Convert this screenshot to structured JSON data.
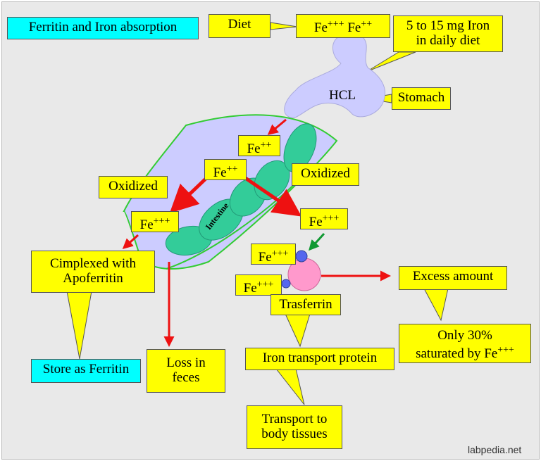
{
  "title": "Ferritin and Iron absorption",
  "diet": {
    "label": "Diet",
    "fe3_base": "Fe",
    "fe3_sup": "+++",
    "fe2_base": "Fe",
    "fe2_sup": "++"
  },
  "daily": {
    "line1": "5 to 15 mg Iron",
    "line2": "in daily diet"
  },
  "stomach": {
    "hcl": "HCL",
    "label": "Stomach"
  },
  "fe2_upper": {
    "base": "Fe",
    "sup": "++"
  },
  "fe2_lower": {
    "base": "Fe",
    "sup": "++"
  },
  "oxidized_left": "Oxidized",
  "oxidized_right": "Oxidized",
  "fe3_left": {
    "base": "Fe",
    "sup": "+++"
  },
  "fe3_right": {
    "base": "Fe",
    "sup": "+++"
  },
  "intestine": "Intestine",
  "complexed": {
    "line1": "Cimplexed with",
    "line2": "Apoferritin"
  },
  "ferritin": "Store as Ferritin",
  "loss": {
    "line1": "Loss in",
    "line2": "feces"
  },
  "transferrin": {
    "fe3_top": {
      "base": "Fe",
      "sup": "+++"
    },
    "fe3_left": {
      "base": "Fe",
      "sup": "+++"
    },
    "label": "Trasferrin"
  },
  "excess": "Excess amount",
  "saturation": {
    "line1": "Only 30%",
    "line2_base": "saturated by Fe",
    "line2_sup": "+++"
  },
  "transport_protein": "Iron transport protein",
  "transport": {
    "line1": "Transport to",
    "line2": "body tissues"
  },
  "watermark": "labpedia.net",
  "colors": {
    "background": "#e9e9e9",
    "callout": "#ffff00",
    "title_box": "#00ffff",
    "stomach": "#ccccff",
    "intestine": "#33cc99",
    "intestine_outline": "#33cc33",
    "arrow_red": "#ee1111",
    "arrow_green": "#119933",
    "transferrin": "#ff99cc",
    "iron_dot": "#5566ee"
  }
}
